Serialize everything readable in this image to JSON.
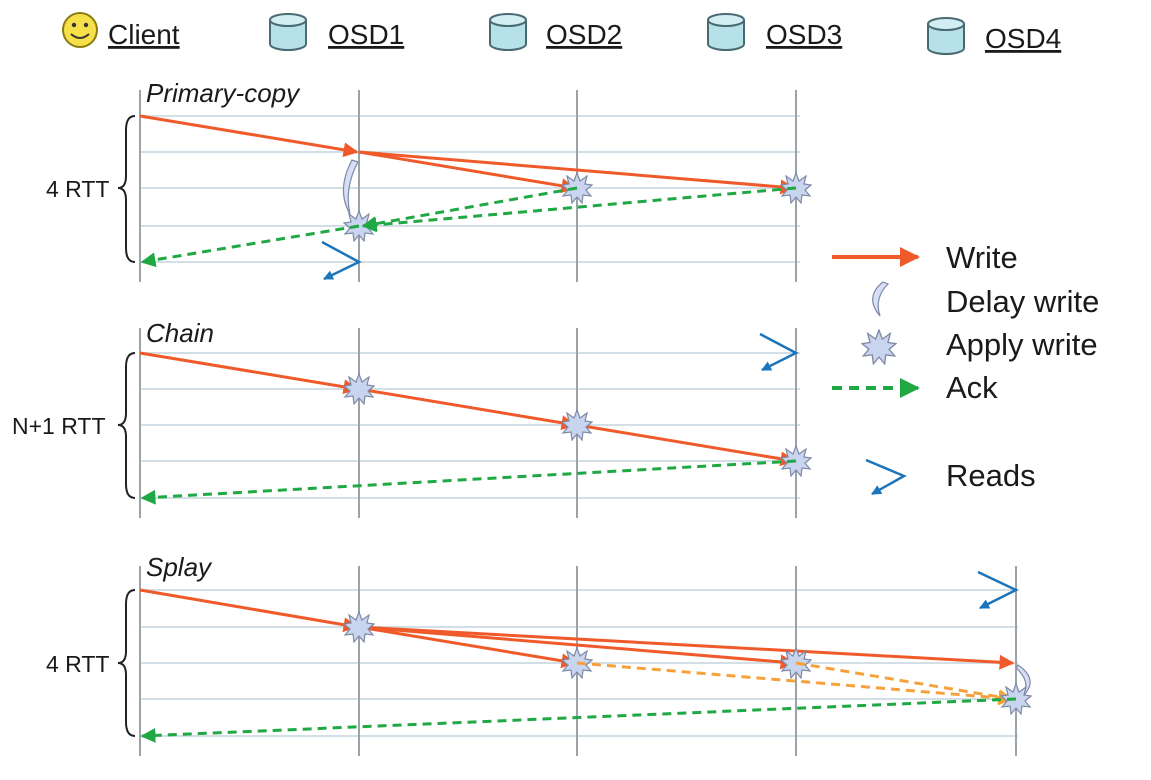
{
  "header": {
    "items": [
      {
        "label": "Client",
        "icon": "smiley-icon"
      },
      {
        "label": "OSD1",
        "icon": "disk-icon"
      },
      {
        "label": "OSD2",
        "icon": "disk-icon"
      },
      {
        "label": "OSD3",
        "icon": "disk-icon"
      },
      {
        "label": "OSD4",
        "icon": "disk-icon"
      }
    ]
  },
  "panels": [
    {
      "title": "Primary-copy",
      "rtt_label": "4 RTT"
    },
    {
      "title": "Chain",
      "rtt_label": "N+1 RTT"
    },
    {
      "title": "Splay",
      "rtt_label": "4 RTT"
    }
  ],
  "legend": {
    "write": "Write",
    "delay_write": "Delay write",
    "apply_write": "Apply write",
    "ack": "Ack",
    "reads": "Reads"
  },
  "colors": {
    "write": "#f05a2a",
    "ack": "#1fa843",
    "forward": "#f6a23c",
    "reads": "#1b75bc",
    "disk": "#b7e1e8",
    "smiley": "#f5e04a"
  }
}
